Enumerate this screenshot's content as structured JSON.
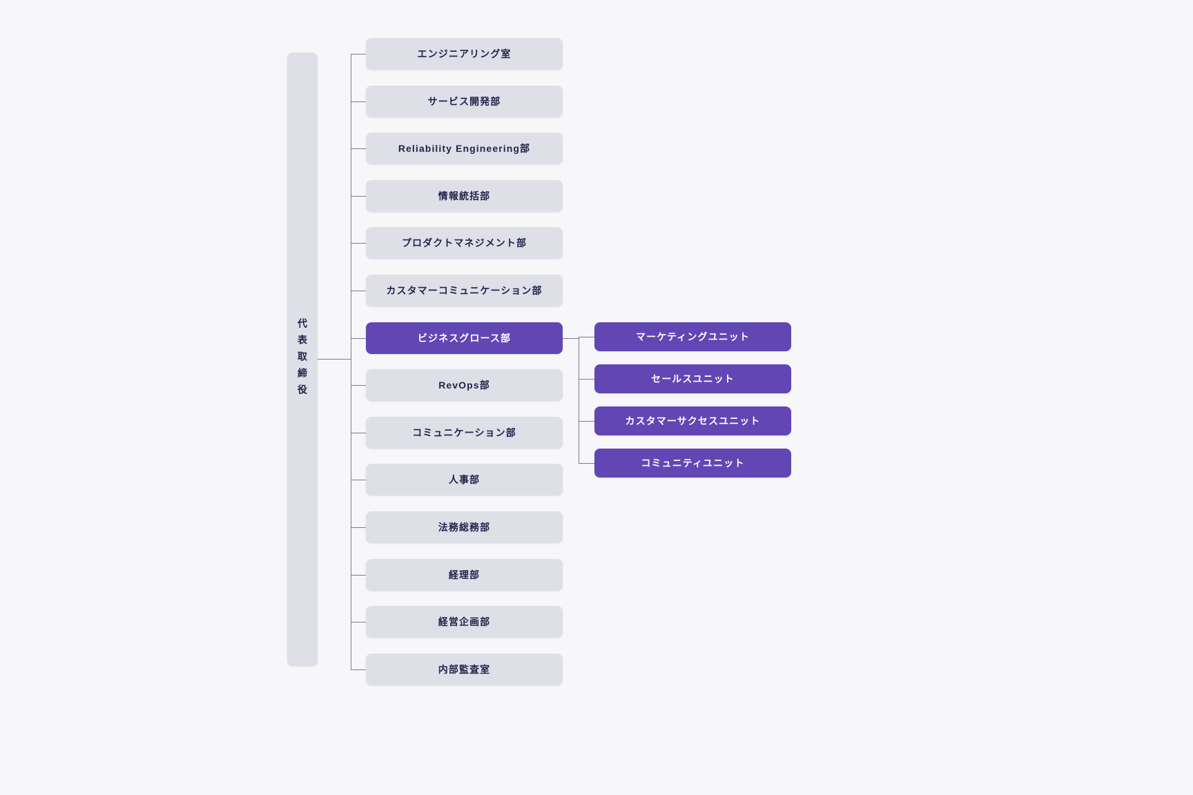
{
  "chart_data": {
    "type": "diagram",
    "title": "",
    "colors": {
      "background": "#f7f7f9",
      "node_plain_fill": "#dfdfe8",
      "node_plain_text": "#23234a",
      "node_accent_fill": "#6246b4",
      "node_accent_text": "#ffffff",
      "connector": "#7a7a92"
    }
  },
  "root": {
    "label": "代表取締役",
    "orientation": "vertical"
  },
  "departments": [
    {
      "label": "エンジニアリング室",
      "highlight": false
    },
    {
      "label": "サービス開発部",
      "highlight": false
    },
    {
      "label": "Reliability Engineering部",
      "highlight": false
    },
    {
      "label": "情報統括部",
      "highlight": false
    },
    {
      "label": "プロダクトマネジメント部",
      "highlight": false
    },
    {
      "label": "カスタマーコミュニケーション部",
      "highlight": false
    },
    {
      "label": "ビジネスグロース部",
      "highlight": true
    },
    {
      "label": "RevOps部",
      "highlight": false
    },
    {
      "label": "コミュニケーション部",
      "highlight": false
    },
    {
      "label": "人事部",
      "highlight": false
    },
    {
      "label": "法務総務部",
      "highlight": false
    },
    {
      "label": "経理部",
      "highlight": false
    },
    {
      "label": "経営企画部",
      "highlight": false
    },
    {
      "label": "内部監査室",
      "highlight": false
    }
  ],
  "units": [
    {
      "label": "マーケティングユニット",
      "highlight": true
    },
    {
      "label": "セールスユニット",
      "highlight": true
    },
    {
      "label": "カスタマーサクセスユニット",
      "highlight": true
    },
    {
      "label": "コミュニティユニット",
      "highlight": true
    }
  ]
}
